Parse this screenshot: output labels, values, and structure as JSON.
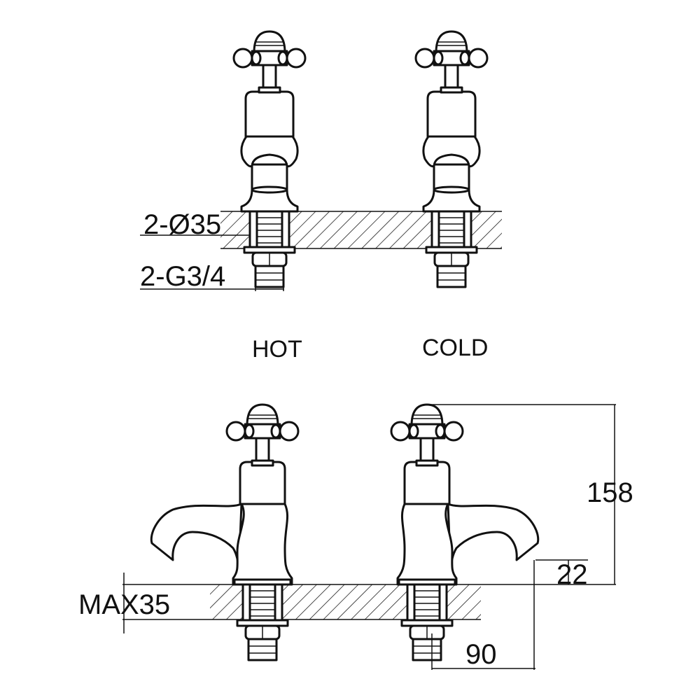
{
  "labels": {
    "hole_diameter": "2-Ø35",
    "thread_size": "2-G3/4",
    "hot": "HOT",
    "cold": "COLD",
    "max_thickness": "MAX35",
    "height": "158",
    "spout_height": "22",
    "spout_reach": "90"
  }
}
